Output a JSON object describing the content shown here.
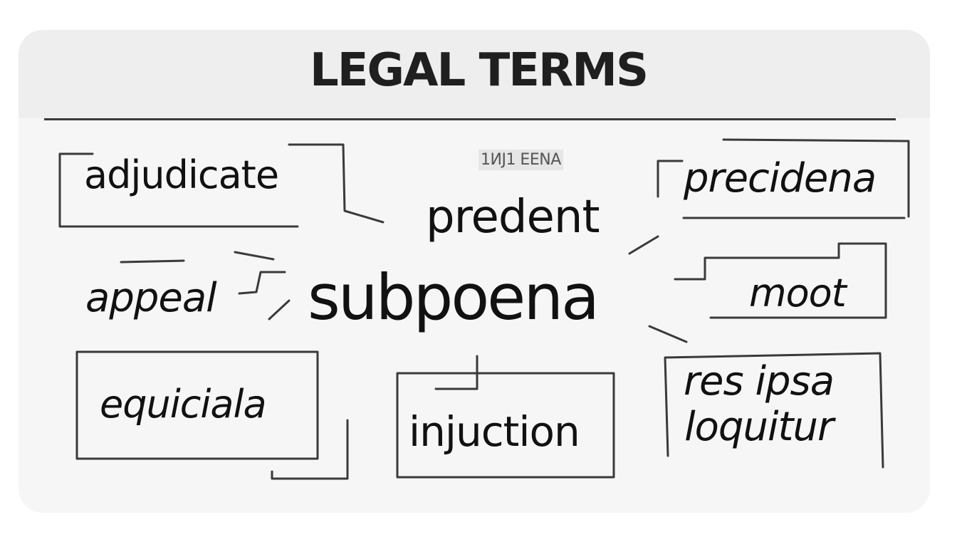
{
  "title": "LEGAL TERMS",
  "center_term": "subpoena",
  "small_label": "1ИJ1 EENA",
  "terms": {
    "adjudicate": "adjudicate",
    "predent": "predent",
    "precidena": "precidena",
    "appeal": "appeal",
    "moot": "moot",
    "equiciala": "equiciala",
    "injuction": "injuction",
    "res_ipsa_line1": "res ipsa",
    "res_ipsa_line2": "loquitur"
  },
  "colors": {
    "text": "#111111",
    "line": "#3a3a3a",
    "card": "#f6f6f6",
    "header": "#eeeeee"
  }
}
